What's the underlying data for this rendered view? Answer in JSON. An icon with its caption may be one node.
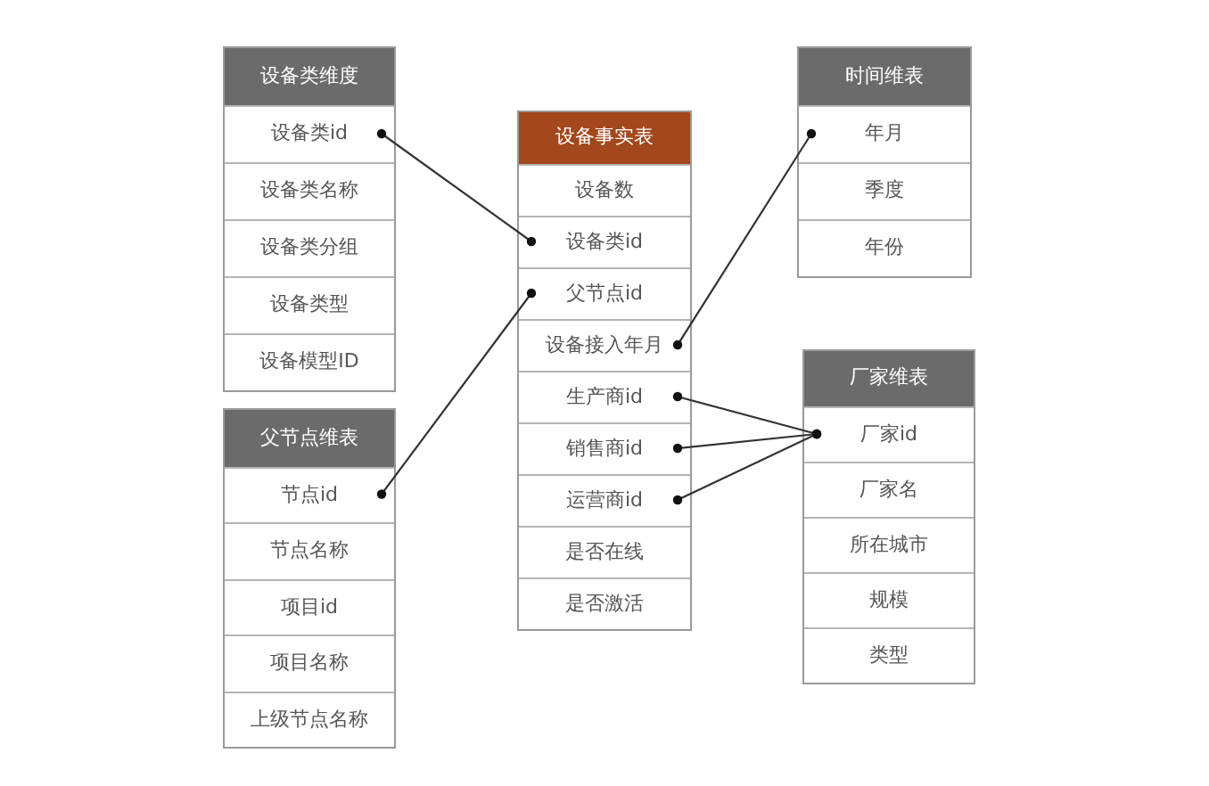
{
  "diagram": {
    "nodes": [
      {
        "text": [
          "设备类维度"
        ]
      },
      {
        "text": [
          "设备类id"
        ],
        "in": 0
      },
      {
        "text": [
          "设备类名称"
        ],
        "in": 0
      },
      {
        "text": [
          "设备类分组"
        ],
        "in": 0
      },
      {
        "text": [
          "设备类型"
        ],
        "in": 0
      },
      {
        "text": [
          "设备模型ID"
        ],
        "in": 0
      },
      {
        "text": [
          "父节点维表"
        ]
      },
      {
        "text": [
          "节点id"
        ],
        "in": 6
      },
      {
        "text": [
          "节点名称"
        ],
        "in": 6
      },
      {
        "text": [
          "项目id"
        ],
        "in": 6
      },
      {
        "text": [
          "项目名称"
        ],
        "in": 6
      },
      {
        "text": [
          "上级节点名称"
        ],
        "in": 6
      },
      {
        "text": [
          "设备事实表"
        ]
      },
      {
        "text": [
          "设备数"
        ],
        "in": 12
      },
      {
        "text": [
          "设备类id"
        ],
        "in": 12
      },
      {
        "text": [
          "父节点id"
        ],
        "in": 12
      },
      {
        "text": [
          "设备接入年月"
        ],
        "in": 12
      },
      {
        "text": [
          "生产商id"
        ],
        "in": 12
      },
      {
        "text": [
          "销售商id"
        ],
        "in": 12
      },
      {
        "text": [
          "运营商id"
        ],
        "in": 12
      },
      {
        "text": [
          "是否在线"
        ],
        "in": 12
      },
      {
        "text": [
          "是否激活"
        ],
        "in": 12
      },
      {
        "text": [
          "时间维表"
        ]
      },
      {
        "text": [
          "年月"
        ],
        "in": 22
      },
      {
        "text": [
          "季度"
        ],
        "in": 22
      },
      {
        "text": [
          "年份"
        ],
        "in": 22
      },
      {
        "text": [
          "厂家维表"
        ]
      },
      {
        "text": [
          "厂家id"
        ],
        "in": 26
      },
      {
        "text": [
          "厂家名"
        ],
        "in": 26
      },
      {
        "text": [
          "所在城市"
        ],
        "in": 26
      },
      {
        "text": [
          "规模"
        ],
        "in": 26
      },
      {
        "text": [
          "类型"
        ],
        "in": 26
      }
    ],
    "edges": [
      {
        "from": 1,
        "to": 14,
        "arrow": "other"
      },
      {
        "from": 7,
        "to": 15,
        "arrow": "other"
      },
      {
        "from": 16,
        "to": 23,
        "arrow": "other"
      },
      {
        "from": 17,
        "to": 27,
        "arrow": "other"
      },
      {
        "from": 18,
        "to": 27,
        "arrow": "other"
      },
      {
        "from": 19,
        "to": 27,
        "arrow": "other"
      }
    ]
  }
}
